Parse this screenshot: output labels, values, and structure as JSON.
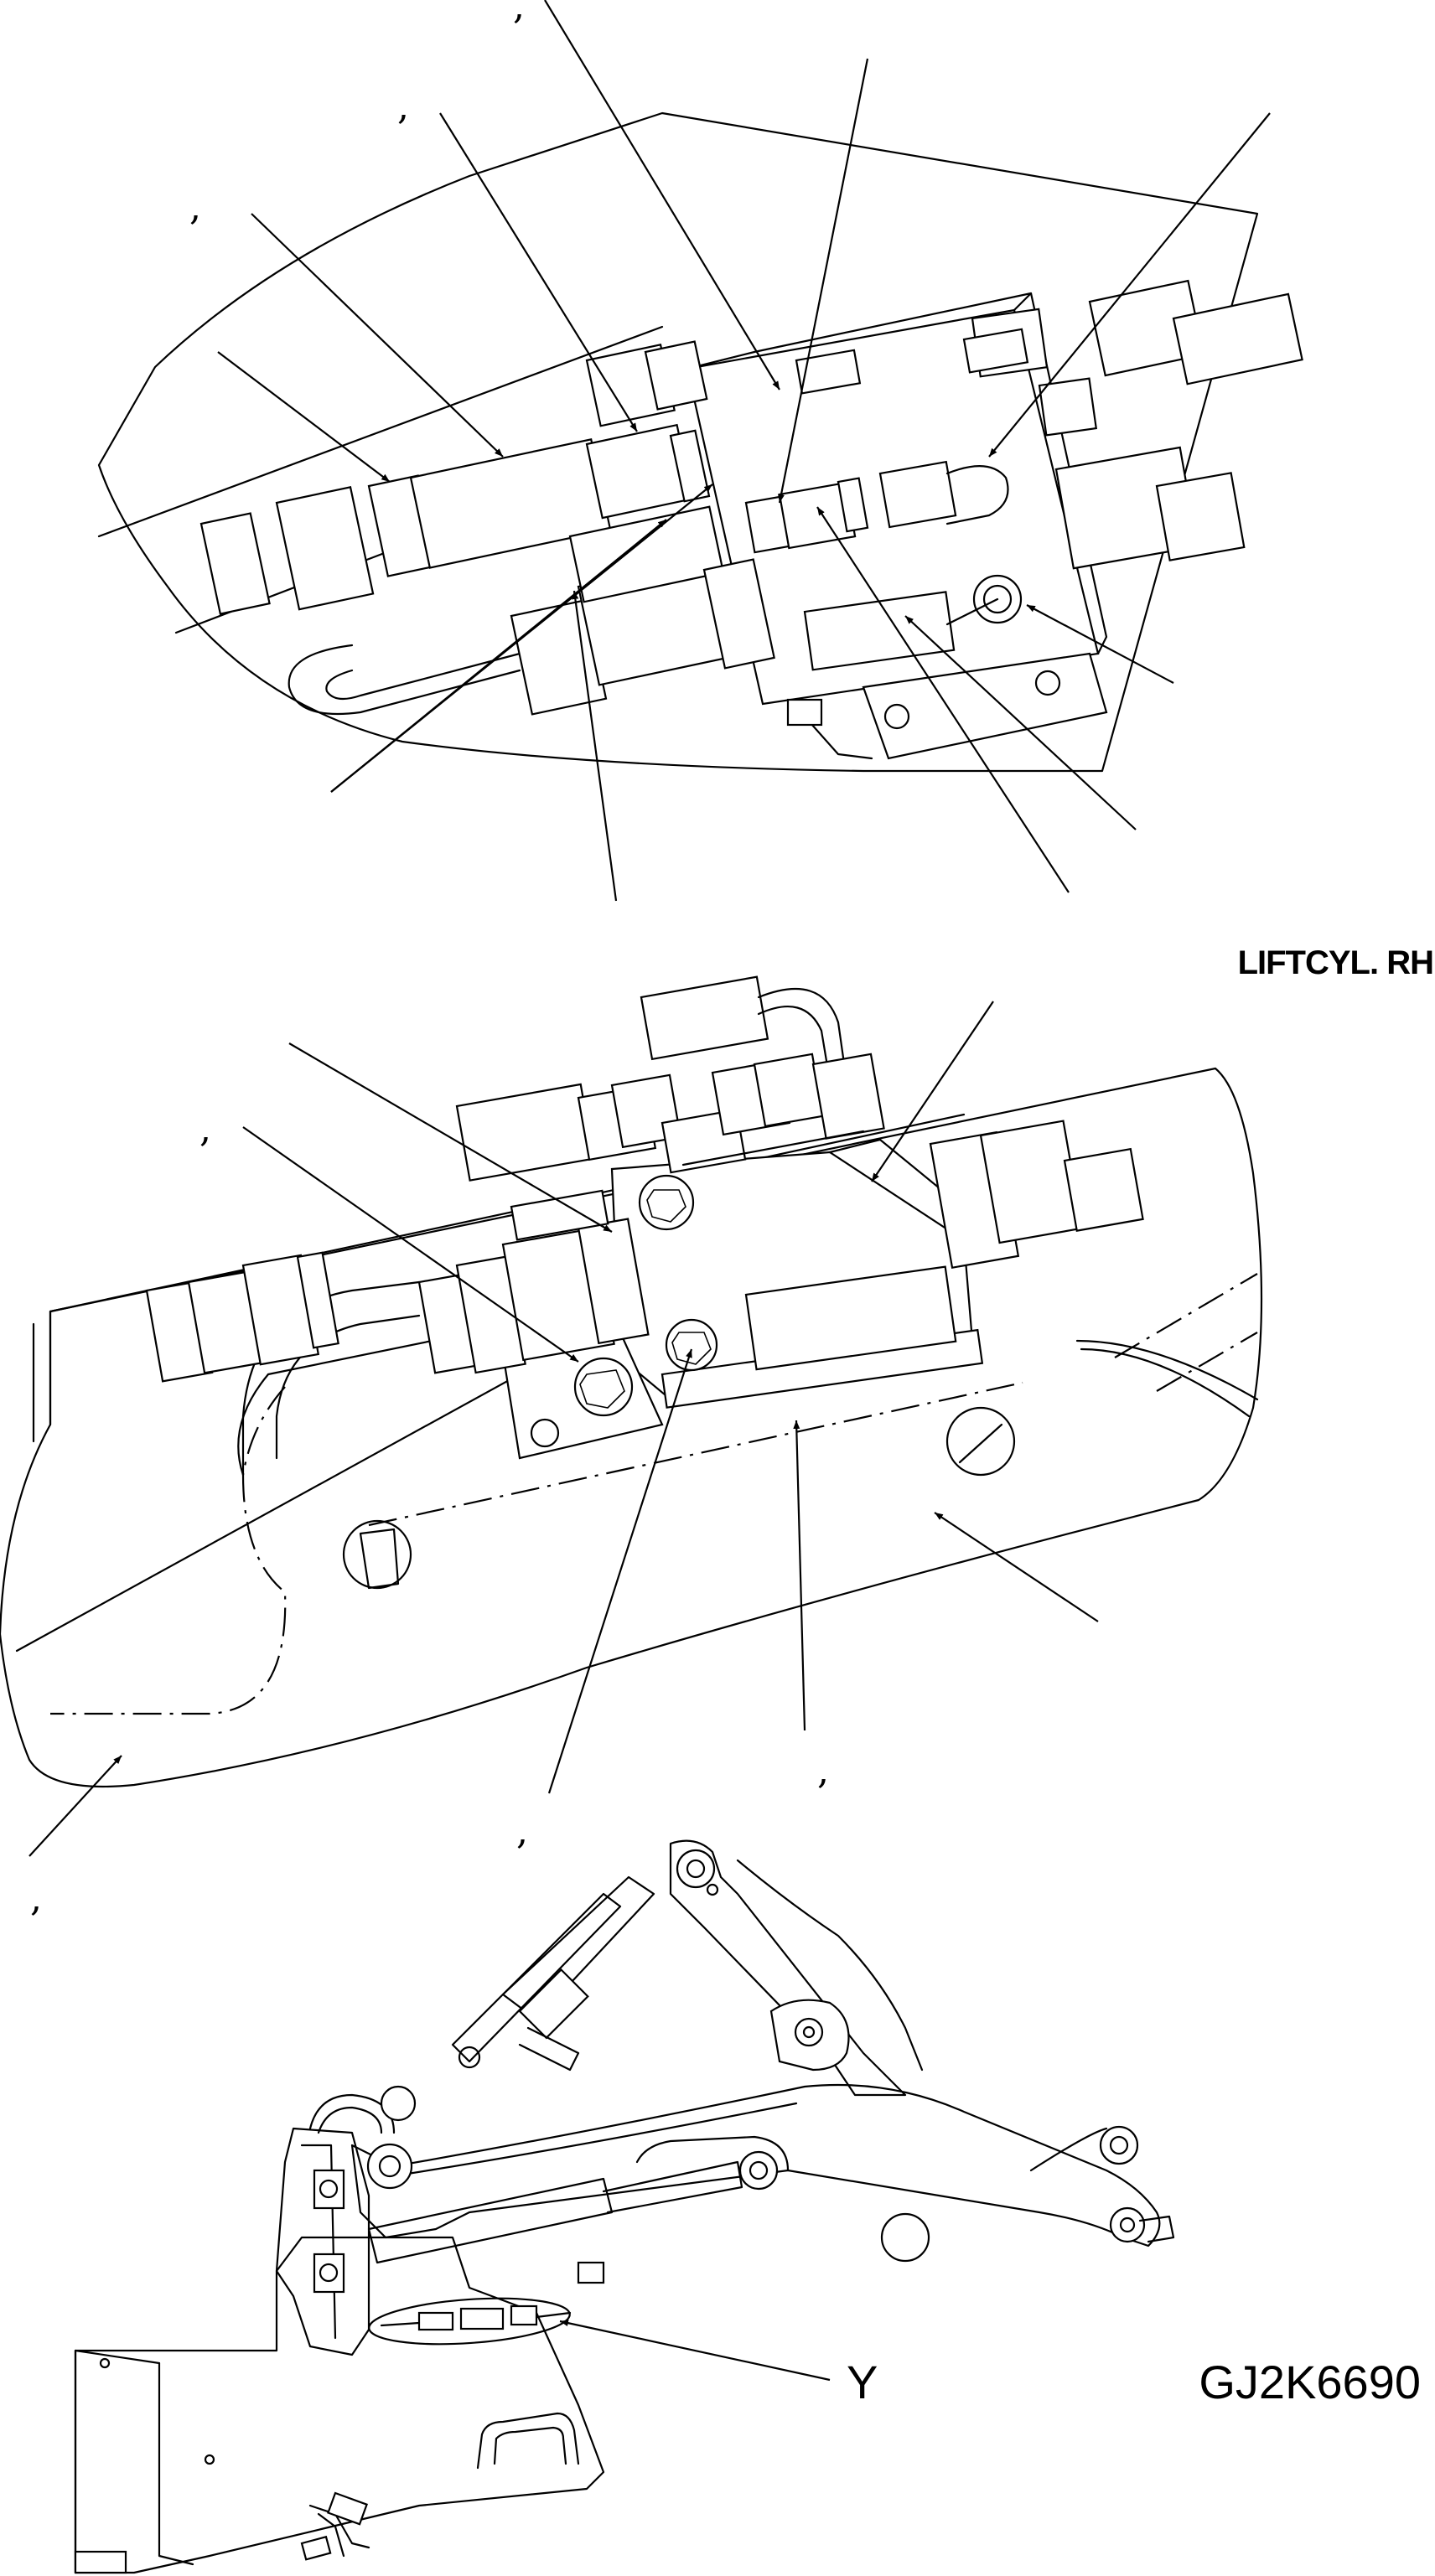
{
  "views": {
    "middle_label": "LIFTCYL. RH",
    "detail_marker": "Y",
    "drawing_number": "GJ2K6690"
  },
  "marks": {
    "comma": ","
  }
}
